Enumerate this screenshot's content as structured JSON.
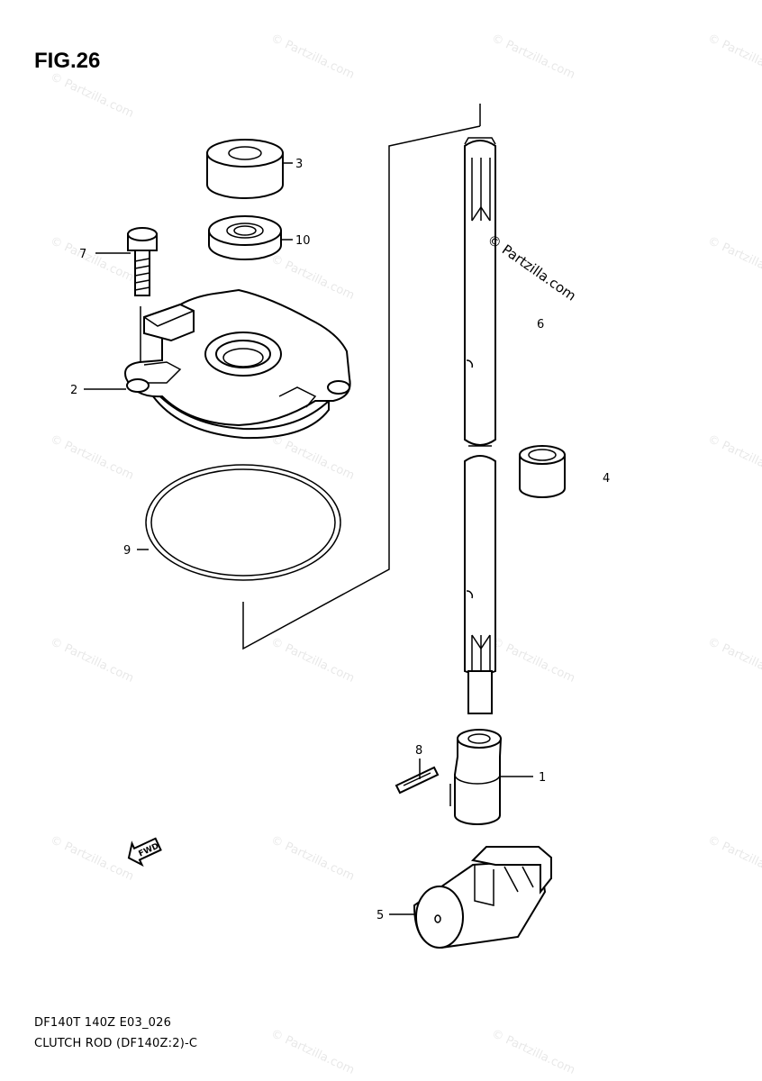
{
  "figure": {
    "title": "FIG.26",
    "footer_line1": "DF140T 140Z E03_026",
    "footer_line2": "CLUTCH ROD (DF140Z:2)-C",
    "watermark": "© Partzilla.com",
    "fwd_badge": "FWD"
  },
  "callouts": [
    {
      "id": "1",
      "label": "1"
    },
    {
      "id": "2",
      "label": "2"
    },
    {
      "id": "3",
      "label": "3"
    },
    {
      "id": "4",
      "label": "4"
    },
    {
      "id": "5",
      "label": "5"
    },
    {
      "id": "6",
      "label": "6"
    },
    {
      "id": "7",
      "label": "7"
    },
    {
      "id": "8",
      "label": "8"
    },
    {
      "id": "9",
      "label": "9"
    },
    {
      "id": "10",
      "label": "10"
    }
  ]
}
